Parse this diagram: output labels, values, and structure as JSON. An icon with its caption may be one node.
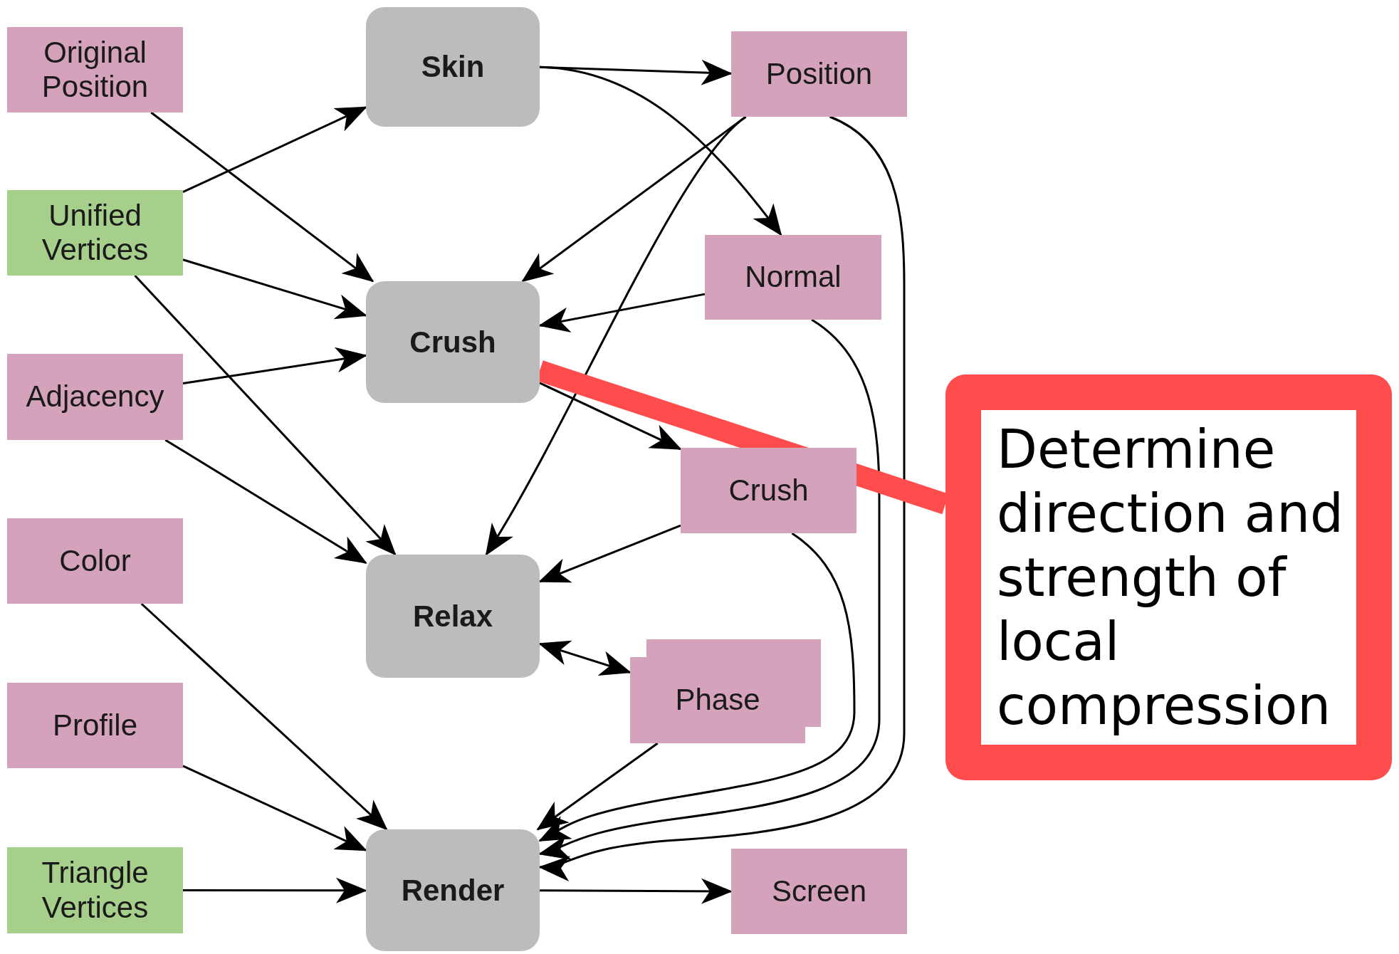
{
  "diagram": {
    "nodes": [
      {
        "text": [
          "Original Position"
        ]
      },
      {
        "text": [
          "Unified Vertices"
        ]
      },
      {
        "text": [
          "Adjacency"
        ]
      },
      {
        "text": [
          "Color"
        ]
      },
      {
        "text": [
          "Profile"
        ]
      },
      {
        "text": [
          "Triangle Vertices"
        ]
      },
      {
        "text": [
          "Skin"
        ]
      },
      {
        "text": [
          "Crush"
        ]
      },
      {
        "text": [
          "Relax"
        ]
      },
      {
        "text": [
          "Render"
        ]
      },
      {
        "text": [
          "Position"
        ]
      },
      {
        "text": [
          "Normal"
        ]
      },
      {
        "text": [
          "Crush"
        ]
      },
      {
        "text": [
          "Phase"
        ]
      },
      {
        "text": [
          "Screen"
        ]
      },
      {
        "text": [
          "Determine direction and strength of local compression"
        ]
      }
    ],
    "edges": [
      {
        "from": 0,
        "to": 7,
        "arrow": "to"
      },
      {
        "from": 1,
        "to": 6,
        "arrow": "to"
      },
      {
        "from": 1,
        "to": 7,
        "arrow": "to"
      },
      {
        "from": 1,
        "to": 8,
        "arrow": "to"
      },
      {
        "from": 2,
        "to": 7,
        "arrow": "to"
      },
      {
        "from": 2,
        "to": 8,
        "arrow": "to"
      },
      {
        "from": 3,
        "to": 9,
        "arrow": "to"
      },
      {
        "from": 4,
        "to": 9,
        "arrow": "to"
      },
      {
        "from": 5,
        "to": 9,
        "arrow": "to"
      },
      {
        "from": 6,
        "to": 10,
        "arrow": "to"
      },
      {
        "from": 6,
        "to": 11,
        "arrow": "to"
      },
      {
        "from": 10,
        "to": 7,
        "arrow": "to"
      },
      {
        "from": 10,
        "to": 8,
        "arrow": "to"
      },
      {
        "from": 11,
        "to": 7,
        "arrow": "to"
      },
      {
        "from": 7,
        "to": 12,
        "arrow": "to"
      },
      {
        "from": 12,
        "to": 8,
        "arrow": "to"
      },
      {
        "from": 8,
        "to": 13,
        "arrow": "both"
      },
      {
        "from": 13,
        "to": 9,
        "arrow": "to"
      },
      {
        "from": 12,
        "to": 9,
        "arrow": "to"
      },
      {
        "from": 11,
        "to": 9,
        "arrow": "to"
      },
      {
        "from": 10,
        "to": 9,
        "arrow": "to"
      },
      {
        "from": 9,
        "to": 14,
        "arrow": "to"
      },
      {
        "from": 15,
        "to": 7,
        "arrow": "none",
        "style": "thick",
        "color": "#ff4d4d"
      }
    ]
  }
}
